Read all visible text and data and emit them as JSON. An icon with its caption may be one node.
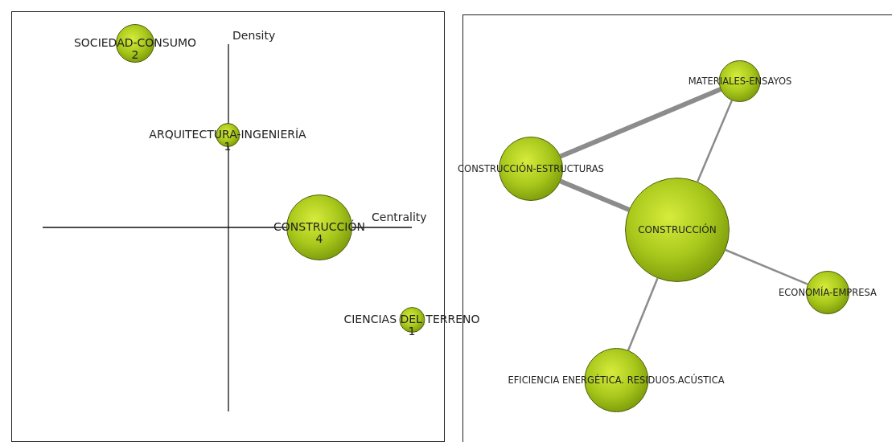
{
  "diagram": {
    "nodes": [
      {
        "text": [
          "SOCIEDAD-CONSUMO",
          "2"
        ]
      },
      {
        "text": [
          "ARQUITECTURA-INGENIERÍA",
          "1"
        ]
      },
      {
        "text": [
          "CONSTRUCCIÓN",
          "4"
        ]
      },
      {
        "text": [
          "CIENCIAS DEL TERRENO",
          "1"
        ]
      },
      {
        "text": [
          "MATERIALES-ENSAYOS"
        ]
      },
      {
        "text": [
          "CONSTRUCCIÓN-ESTRUCTURAS"
        ]
      },
      {
        "text": [
          "CONSTRUCCIÓN"
        ]
      },
      {
        "text": [
          "ECONOMÍA-EMPRESA"
        ]
      },
      {
        "text": [
          "EFICIENCIA ENERGÉTICA. RESIDUOS.ACÚSTICA"
        ]
      }
    ],
    "edges": [
      {
        "from": 5,
        "to": 4,
        "arrow": "none",
        "style": "thick"
      },
      {
        "from": 5,
        "to": 6,
        "arrow": "none",
        "style": "thick"
      },
      {
        "from": 6,
        "to": 4,
        "arrow": "none"
      },
      {
        "from": 6,
        "to": 7,
        "arrow": "none"
      },
      {
        "from": 6,
        "to": 8,
        "arrow": "none"
      }
    ],
    "labels": [
      "Density",
      "Centrality"
    ]
  }
}
